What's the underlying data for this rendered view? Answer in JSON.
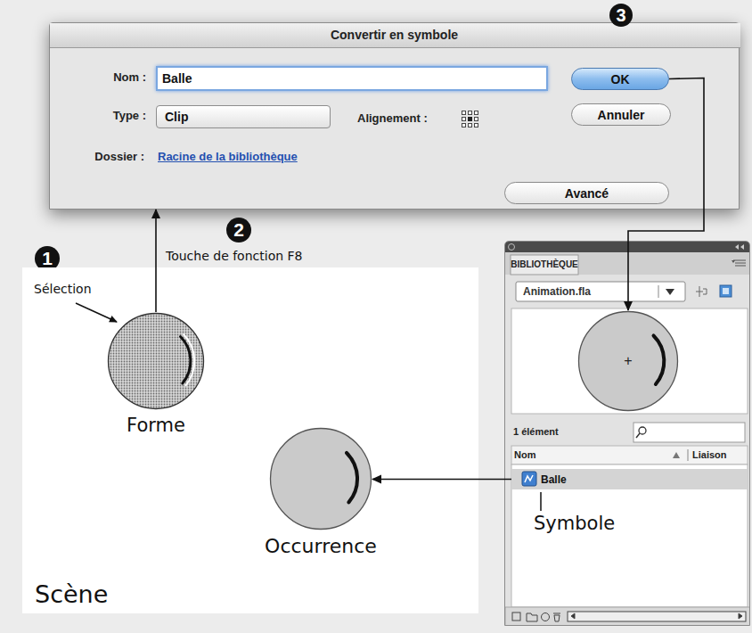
{
  "diagram": {
    "nodes": [
      {
        "text": [
          "Convertir en symbole"
        ]
      },
      {
        "text": [
          "Balle"
        ],
        "in": 0
      },
      {
        "text": [
          "Clip"
        ],
        "in": 0
      },
      {
        "text": [
          "OK"
        ],
        "in": 0
      },
      {
        "text": [
          "Annuler"
        ],
        "in": 0
      },
      {
        "text": [
          "Avancé"
        ],
        "in": 0
      },
      {
        "text": [
          "3"
        ]
      },
      {
        "text": [
          "2"
        ]
      },
      {
        "text": [
          "1"
        ]
      },
      {
        "text": [
          "Scène"
        ]
      },
      {
        "text": [
          "Forme"
        ],
        "in": 9
      },
      {
        "text": [
          "Occurrence"
        ],
        "in": 9
      },
      {
        "text": [
          "BIBLIOTHÈQUE"
        ]
      },
      {
        "text": [
          "+"
        ],
        "in": 12
      },
      {
        "text": [
          "Balle"
        ],
        "in": 12
      }
    ],
    "edges": [
      {
        "from": 10,
        "to": 0,
        "arrow": "to"
      },
      {
        "from": 3,
        "to": 13,
        "arrow": "to"
      },
      {
        "from": 14,
        "to": 11,
        "arrow": "to"
      }
    ],
    "labels": [
      "Nom :",
      "Type :",
      "Alignement :",
      "Dossier :",
      "Racine de la bibliothèque",
      "Sélection",
      "Touche de fonction F8",
      "Animation.fla",
      "1 élément",
      "Nom",
      "Liaison",
      "Symbole"
    ]
  }
}
